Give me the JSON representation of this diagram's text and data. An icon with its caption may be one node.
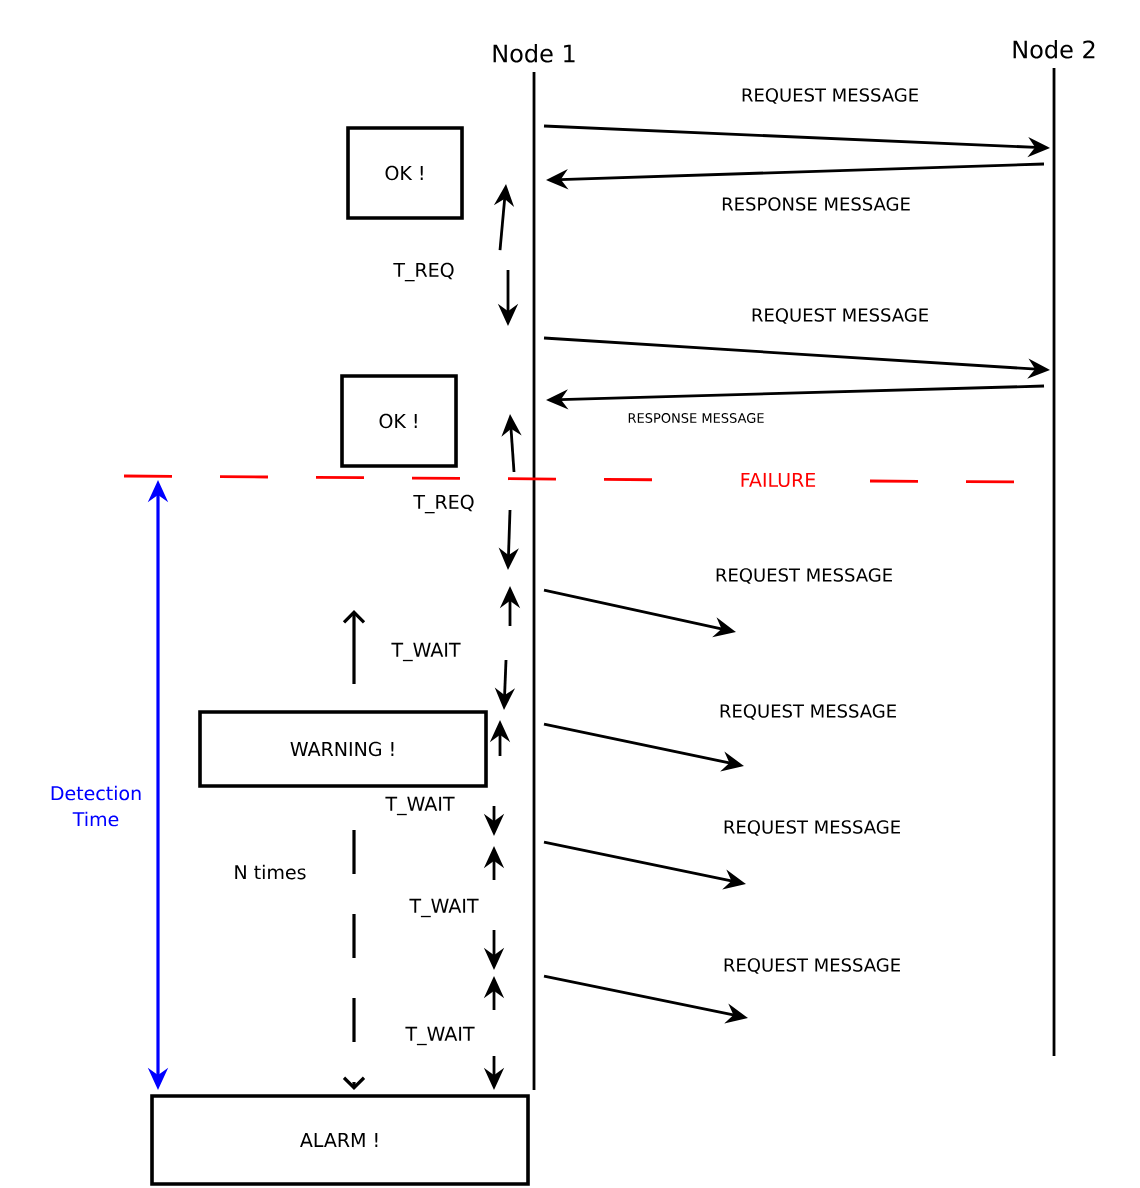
{
  "diagram": {
    "nodes": [
      {
        "text": [
          "Node 1"
        ]
      },
      {
        "text": [
          "Node 2"
        ]
      },
      {
        "text": [
          "OK !"
        ]
      },
      {
        "text": [
          "OK !"
        ]
      },
      {
        "text": [
          "WARNING !"
        ]
      },
      {
        "text": [
          "ALARM !"
        ]
      }
    ],
    "edges": [
      {
        "from": 0,
        "to": 1,
        "arrow": "to",
        "label": "REQUEST MESSAGE"
      },
      {
        "from": 1,
        "to": 0,
        "arrow": "to",
        "label": "RESPONSE MESSAGE"
      },
      {
        "from": 0,
        "to": 1,
        "arrow": "to",
        "label": "REQUEST MESSAGE"
      },
      {
        "from": 1,
        "to": 0,
        "arrow": "to",
        "label": "RESPONSE MESSAGE"
      },
      {
        "from": 0,
        "to": null,
        "arrow": "to",
        "label": "REQUEST MESSAGE"
      },
      {
        "from": 0,
        "to": null,
        "arrow": "to",
        "label": "REQUEST MESSAGE"
      },
      {
        "from": 0,
        "to": null,
        "arrow": "to",
        "label": "REQUEST MESSAGE"
      },
      {
        "from": 0,
        "to": null,
        "arrow": "to",
        "label": "REQUEST MESSAGE"
      }
    ],
    "labels": [
      "T_REQ",
      "FAILURE",
      "T_REQ",
      "T_WAIT",
      "Detection Time",
      "T_WAIT",
      "N times",
      "T_WAIT",
      "T_WAIT"
    ]
  }
}
